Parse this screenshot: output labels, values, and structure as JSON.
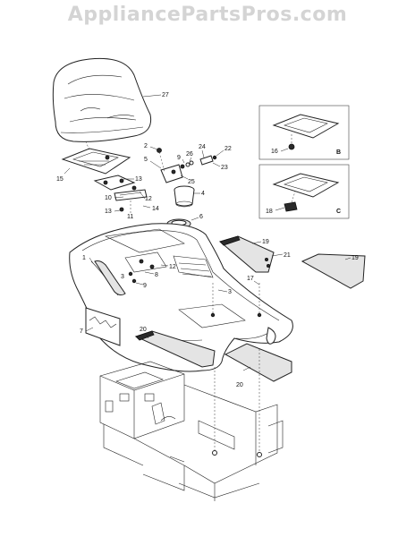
{
  "watermark": "AppliancePartsPros.com",
  "labels": {
    "l27": "27",
    "l2": "2",
    "l26": "26",
    "l24": "24",
    "l22": "22",
    "l23": "23",
    "l5": "5",
    "l9": "9",
    "l25": "25",
    "l15": "15",
    "l13a": "13",
    "l12a": "12",
    "l10": "10",
    "l4": "4",
    "l13b": "13",
    "l11": "11",
    "l14": "14",
    "l6": "6",
    "l16": "16",
    "lB": "B",
    "l18": "18",
    "lC": "C",
    "l19a": "19",
    "l21": "21",
    "l19b": "19",
    "l1": "1",
    "l3a": "3",
    "l8": "8",
    "l12b": "12",
    "l9b": "9",
    "l17": "17",
    "l3b": "3",
    "l7": "7",
    "l20a": "20",
    "l20b": "20"
  }
}
